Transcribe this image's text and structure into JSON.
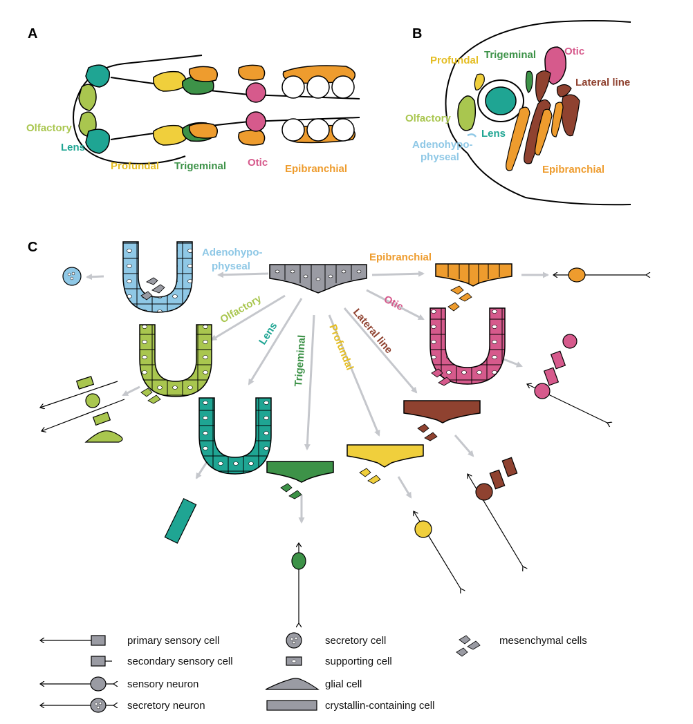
{
  "panels": {
    "a": "A",
    "b": "B",
    "c": "C"
  },
  "colors": {
    "olfactory": "#a9c64f",
    "lens": "#1fa593",
    "profundal": "#f0cf3c",
    "trigeminal": "#3d9248",
    "otic": "#d65a8c",
    "epibranchial": "#ee9c2e",
    "lateral_line": "#8f4230",
    "adenohypophyseal": "#8fc8e6",
    "grey": "#9a9ba3",
    "arrow": "#c5c7cc"
  },
  "panel_a": {
    "olfactory": "Olfactory",
    "lens": "Lens",
    "profundal": "Profundal",
    "trigeminal": "Trigeminal",
    "otic": "Otic",
    "epibranchial": "Epibranchial"
  },
  "panel_b": {
    "profundal": "Profundal",
    "trigeminal": "Trigeminal",
    "otic": "Otic",
    "lateral_line": "Lateral line",
    "olfactory": "Olfactory",
    "lens": "Lens",
    "adeno_1": "Adenohypo-",
    "adeno_2": "physeal",
    "epibranchial": "Epibranchial"
  },
  "panel_c": {
    "adeno_1": "Adenohypo-",
    "adeno_2": "physeal",
    "epibranchial": "Epibranchial",
    "olfactory": "Olfactory",
    "lens": "Lens",
    "trigeminal": "Trigeminal",
    "profundal": "Profundal",
    "lateral_line": "Lateral line",
    "otic": "Otic"
  },
  "legend": {
    "primary_sensory": "primary sensory cell",
    "secondary_sensory": "secondary sensory cell",
    "sensory_neuron": "sensory neuron",
    "secretory_neuron": "secretory neuron",
    "secretory_cell": "secretory cell",
    "supporting_cell": "supporting cell",
    "glial_cell": "glial cell",
    "crystallin_cell": "crystallin-containing cell",
    "mesenchymal": "mesenchymal cells"
  }
}
